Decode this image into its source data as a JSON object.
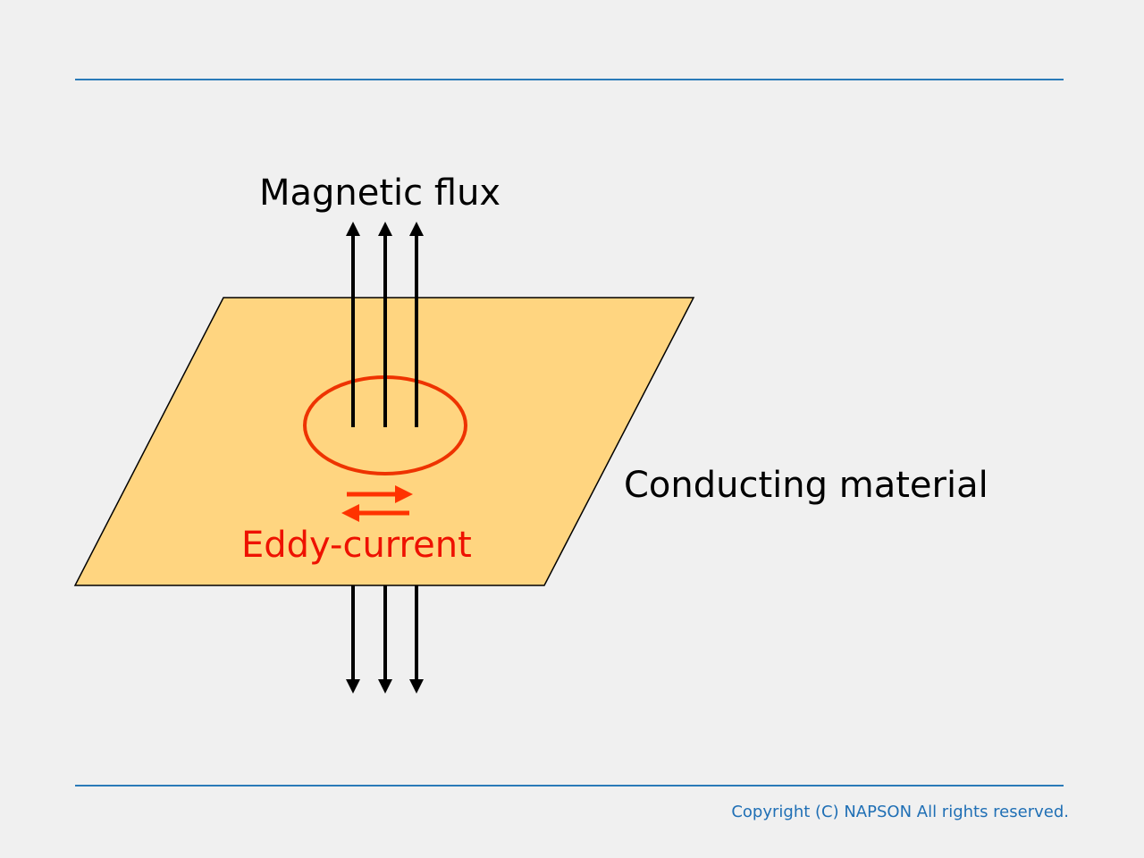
{
  "labels": {
    "magnetic_flux": "Magnetic flux",
    "conducting_material": "Conducting material",
    "eddy_current": "Eddy-current"
  },
  "footer": {
    "copyright": "Copyright (C) NAPSON All rights reserved."
  },
  "colors": {
    "background": "#f0f0f0",
    "rule": "#2a7ab8",
    "plate_fill": "#ffd580",
    "eddy_red": "#ee3300",
    "eddy_text": "#ee1100",
    "copyright_text": "#1f6fb5"
  }
}
